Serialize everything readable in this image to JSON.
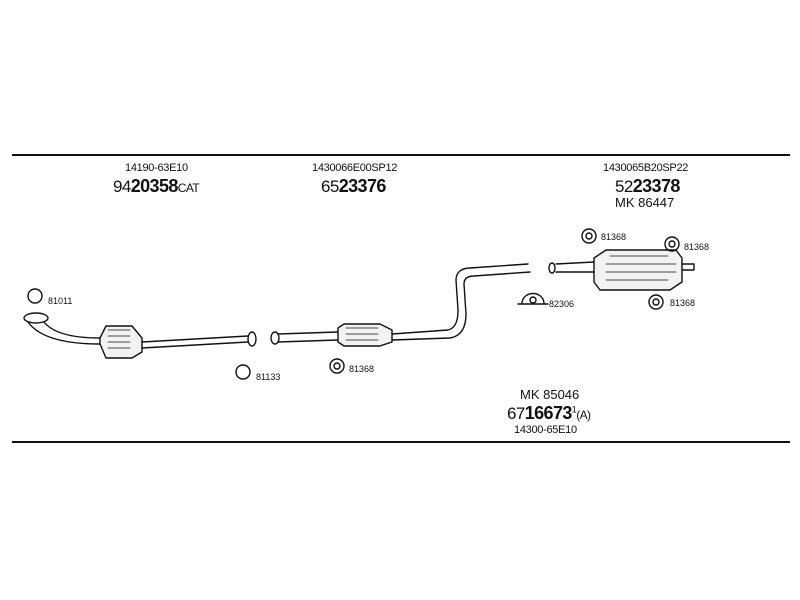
{
  "groups": {
    "front": {
      "ref": "14190-63E10",
      "pn_prefix": "94",
      "pn_bold": "20358",
      "pn_suffix": "CAT"
    },
    "middle": {
      "ref": "1430066E00SP12",
      "pn_prefix": "65",
      "pn_bold": "23376"
    },
    "rear": {
      "ref": "1430065B20SP22",
      "pn_prefix": "52",
      "pn_bold": "23378",
      "mk": "MK 86447"
    },
    "kit": {
      "mk": "MK 85046",
      "pn_prefix": "67",
      "pn_bold": "16673",
      "pn_sup": "1",
      "pn_suffix": "(A)",
      "ref": "14300-65E10"
    }
  },
  "small_parts": {
    "gasket_front": "81011",
    "gasket_mid": "81133",
    "hanger_mid": "81368",
    "clamp": "82306",
    "hanger_rear_a": "81368",
    "hanger_rear_b": "81368",
    "hanger_rear_c": "81368"
  }
}
